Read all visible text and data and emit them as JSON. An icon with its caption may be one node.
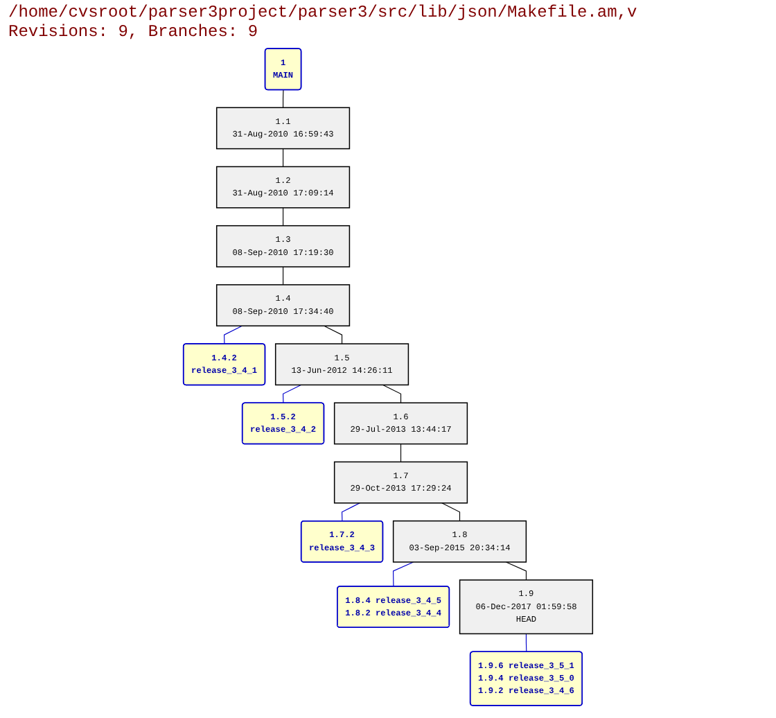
{
  "diagram": {
    "title": "/home/cvsroot/parser3project/parser3/src/lib/json/Makefile.am,v",
    "nodes": [
      {
        "text": [
          "1",
          "MAIN"
        ]
      },
      {
        "text": [
          "1.1",
          "31-Aug-2010 16:59:43"
        ]
      },
      {
        "text": [
          "1.2",
          "31-Aug-2010 17:09:14"
        ]
      },
      {
        "text": [
          "1.3",
          "08-Sep-2010 17:19:30"
        ]
      },
      {
        "text": [
          "1.4",
          "08-Sep-2010 17:34:40"
        ]
      },
      {
        "text": [
          "1.4.2",
          "release_3_4_1"
        ]
      },
      {
        "text": [
          "1.5",
          "13-Jun-2012 14:26:11"
        ]
      },
      {
        "text": [
          "1.5.2",
          "release_3_4_2"
        ]
      },
      {
        "text": [
          "1.6",
          "29-Jul-2013 13:44:17"
        ]
      },
      {
        "text": [
          "1.7",
          "29-Oct-2013 17:29:24"
        ]
      },
      {
        "text": [
          "1.7.2",
          "release_3_4_3"
        ]
      },
      {
        "text": [
          "1.8",
          "03-Sep-2015 20:34:14"
        ]
      },
      {
        "text": [
          "1.8.4 release_3_4_5",
          "1.8.2 release_3_4_4"
        ]
      },
      {
        "text": [
          "1.9",
          "06-Dec-2017 01:59:58",
          "HEAD"
        ]
      },
      {
        "text": [
          "1.9.6 release_3_5_1",
          "1.9.4 release_3_5_0",
          "1.9.2 release_3_4_6"
        ]
      }
    ],
    "edges": [
      {
        "from": 0,
        "to": 1,
        "arrow": "none"
      },
      {
        "from": 1,
        "to": 2,
        "arrow": "none"
      },
      {
        "from": 2,
        "to": 3,
        "arrow": "none"
      },
      {
        "from": 3,
        "to": 4,
        "arrow": "none"
      },
      {
        "from": 4,
        "to": 5,
        "arrow": "none",
        "color": "#0000cc"
      },
      {
        "from": 4,
        "to": 6,
        "arrow": "none"
      },
      {
        "from": 6,
        "to": 7,
        "arrow": "none",
        "color": "#0000cc"
      },
      {
        "from": 6,
        "to": 8,
        "arrow": "none"
      },
      {
        "from": 8,
        "to": 9,
        "arrow": "none"
      },
      {
        "from": 9,
        "to": 10,
        "arrow": "none",
        "color": "#0000cc"
      },
      {
        "from": 9,
        "to": 11,
        "arrow": "none"
      },
      {
        "from": 11,
        "to": 12,
        "arrow": "none",
        "color": "#0000cc"
      },
      {
        "from": 11,
        "to": 13,
        "arrow": "none"
      },
      {
        "from": 13,
        "to": 14,
        "arrow": "none",
        "color": "#0000cc"
      }
    ],
    "labels": [
      "Revisions: 9, Branches: 9"
    ]
  }
}
